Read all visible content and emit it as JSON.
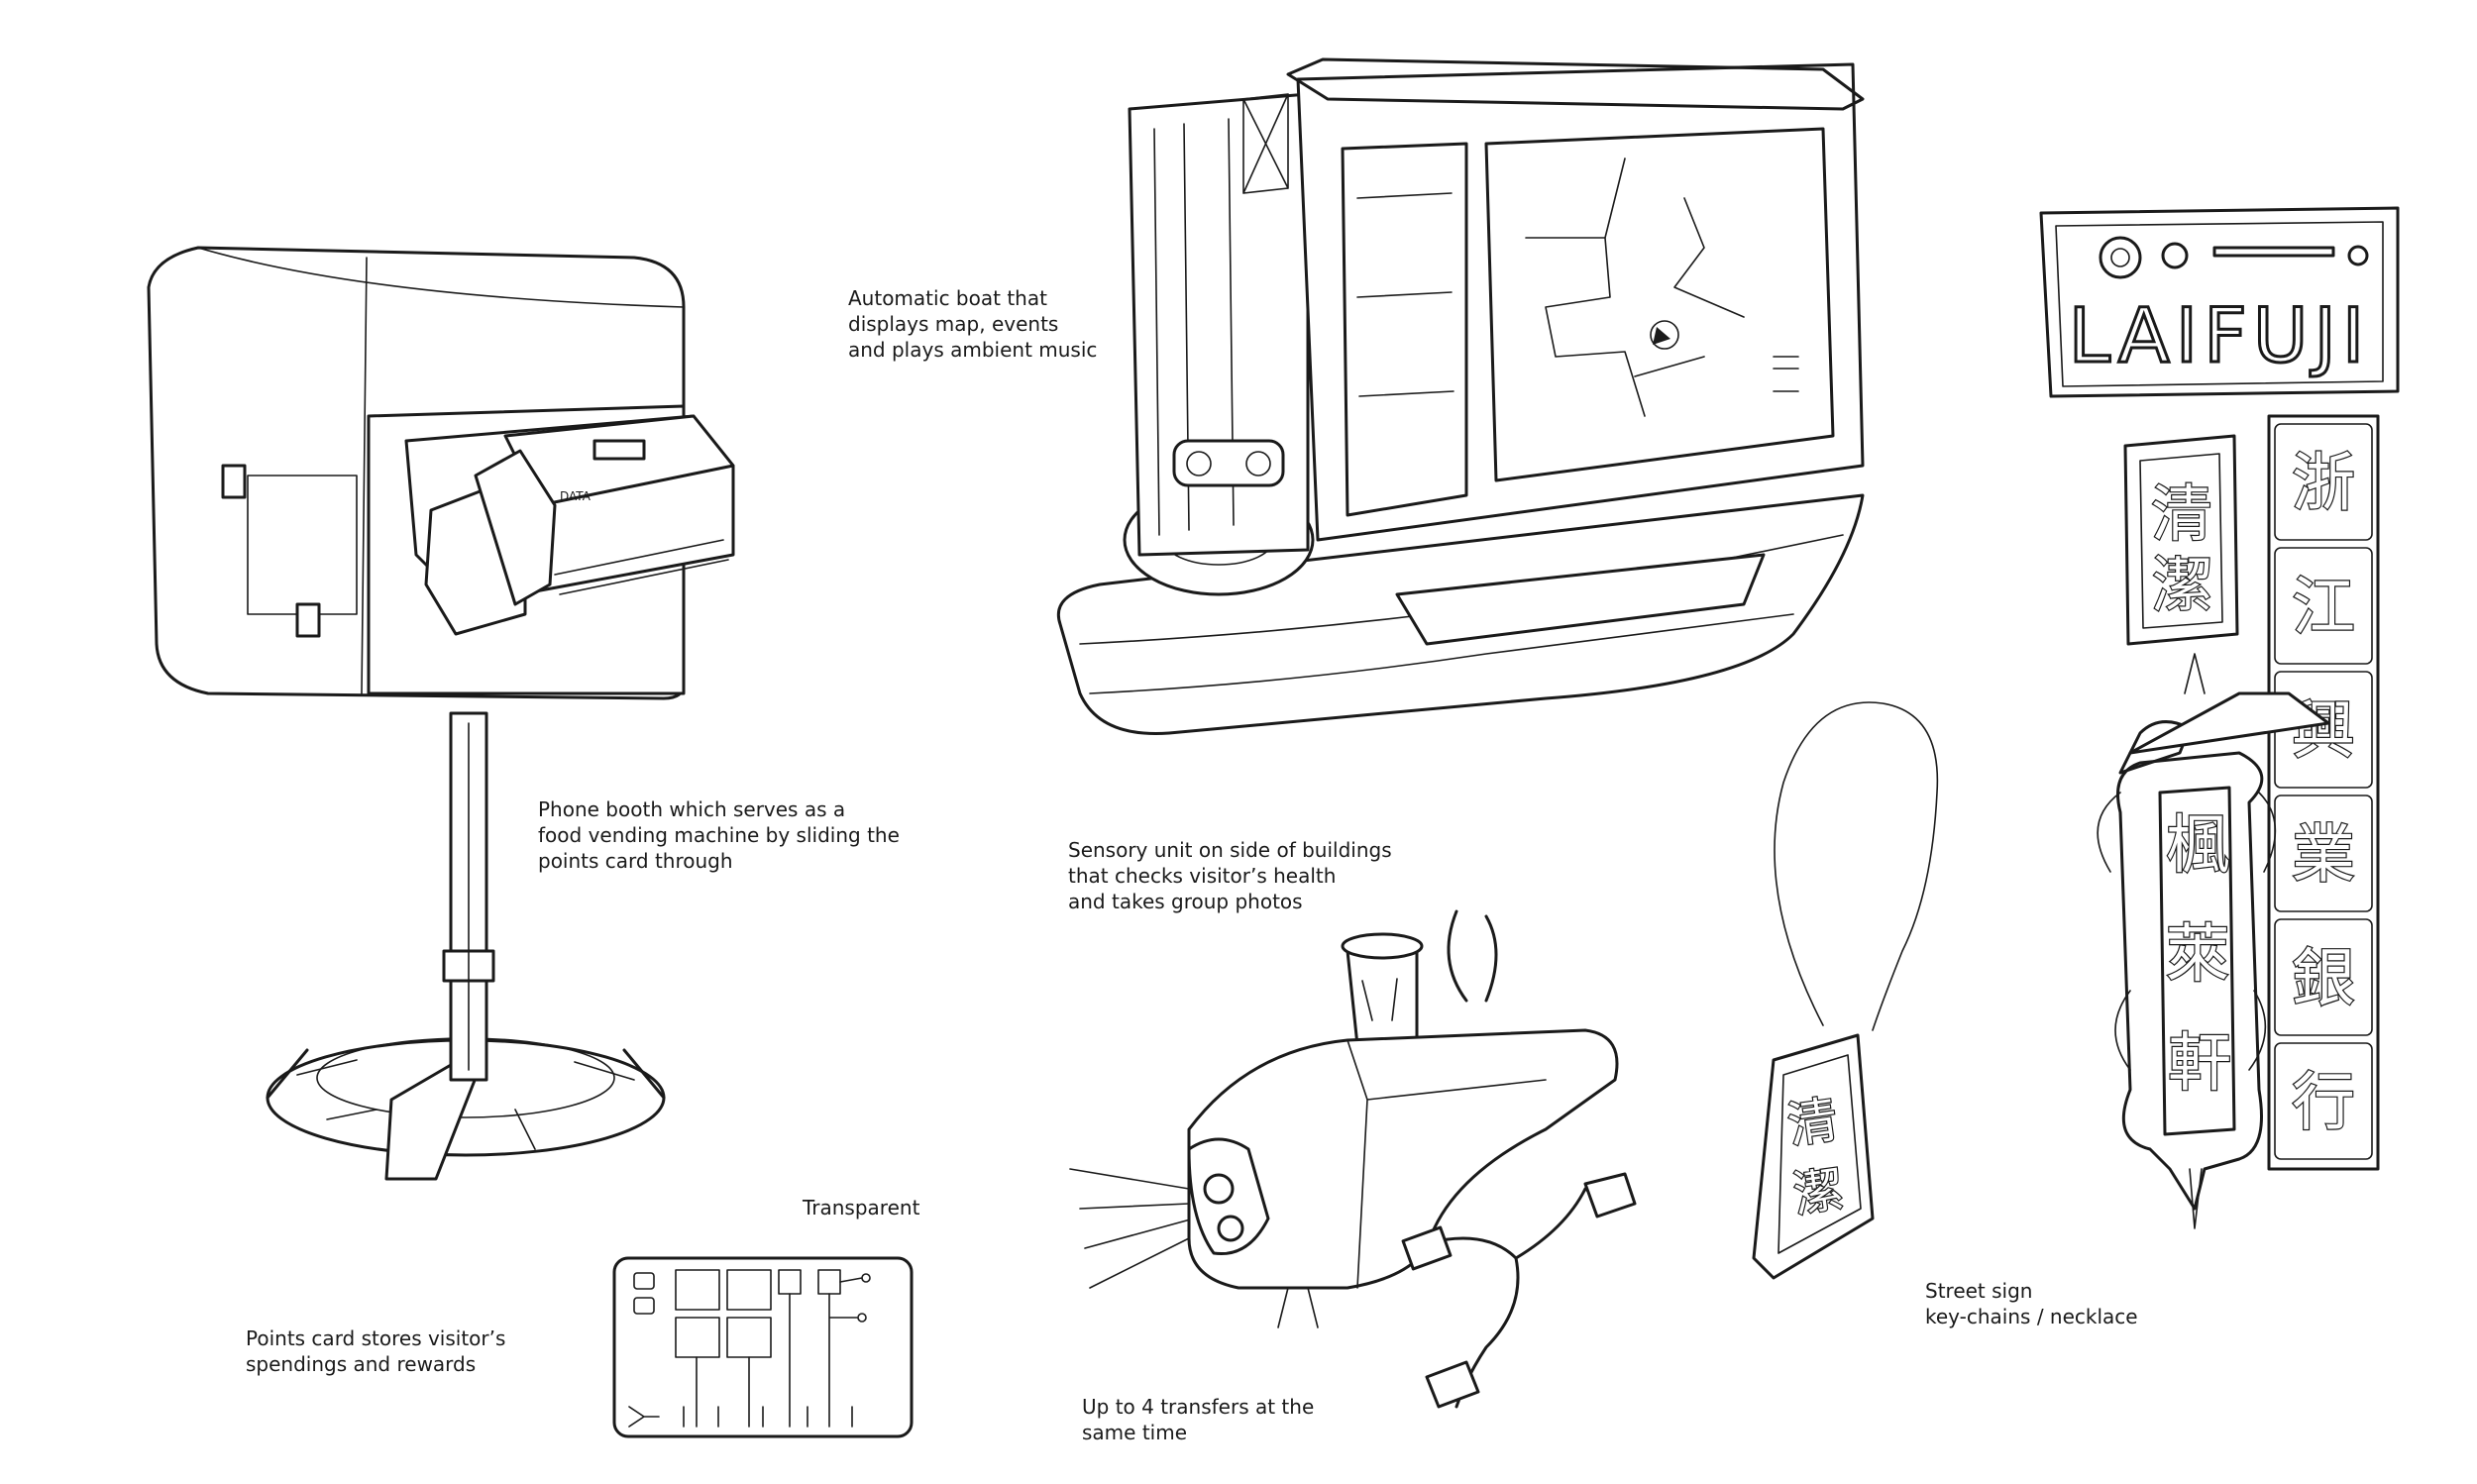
{
  "annotations": {
    "boat": [
      "Automatic boat that",
      "displays map, events",
      "and plays ambient music"
    ],
    "booth": [
      "Phone booth which serves as a",
      "food vending machine by sliding the",
      "points card through"
    ],
    "sensor": [
      "Sensory unit on side of buildings",
      "that checks visitor’s health",
      "and takes group photos"
    ],
    "transfers": [
      "Up to 4 transfers at the",
      "same time"
    ],
    "card_label": "Transparent",
    "card": [
      "Points card stores visitor’s",
      "spendings and rewards"
    ],
    "keychain": [
      "Street sign",
      "key-chains / necklace"
    ]
  },
  "drawn_text": {
    "booth_slot_label": "DATA",
    "sign_laifuji": "LAIFUJI",
    "sign_small": [
      "清",
      "潔"
    ],
    "sign_vertical": [
      "浙",
      "江",
      "興",
      "業",
      "銀",
      "行"
    ],
    "sign_ornate": [
      "楓",
      "萊",
      "軒"
    ],
    "keychain_tag": [
      "清",
      "潔"
    ]
  },
  "colors": {
    "ink": "#1a1a1a",
    "paper": "#ffffff"
  }
}
